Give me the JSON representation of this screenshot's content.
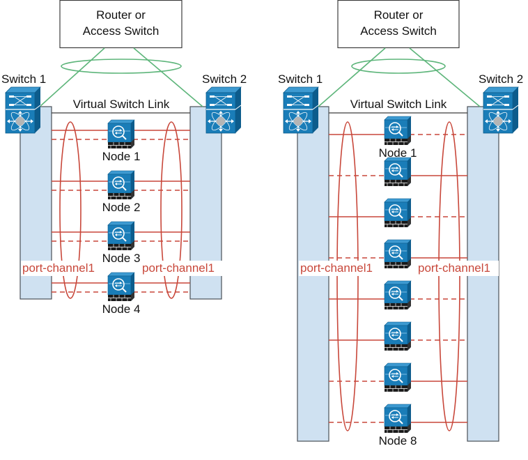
{
  "colors": {
    "pillar_fill": "#cfe1f1",
    "pillar_stroke": "#4a4f57",
    "link_red": "#c8473a",
    "uplink_green": "#5db57a",
    "device_blue": "#1a7db8",
    "device_dark": "#0d5c8c",
    "text": "#111111"
  },
  "diagrams": [
    {
      "id": "four-node",
      "router_label_line1": "Router or",
      "router_label_line2": "Access Switch",
      "switch1_label": "Switch 1",
      "switch2_label": "Switch 2",
      "vsl_label": "Virtual Switch Link",
      "left_channel_label": "port-channel1",
      "right_channel_label": "port-channel1",
      "nodes": [
        {
          "label": "Node 1",
          "active_side": "both"
        },
        {
          "label": "Node 2",
          "active_side": "both"
        },
        {
          "label": "Node 3",
          "active_side": "both"
        },
        {
          "label": "Node 4",
          "active_side": "both"
        }
      ]
    },
    {
      "id": "eight-node",
      "router_label_line1": "Router or",
      "router_label_line2": "Access Switch",
      "switch1_label": "Switch 1",
      "switch2_label": "Switch 2",
      "vsl_label": "Virtual Switch Link",
      "left_channel_label": "port-channel1",
      "right_channel_label": "port-channel1",
      "nodes": [
        {
          "label": "Node 1",
          "active_side": "left"
        },
        {
          "label": "",
          "active_side": "right"
        },
        {
          "label": "",
          "active_side": "left"
        },
        {
          "label": "",
          "active_side": "right"
        },
        {
          "label": "",
          "active_side": "left"
        },
        {
          "label": "",
          "active_side": "left"
        },
        {
          "label": "",
          "active_side": "right"
        },
        {
          "label": "Node 8",
          "active_side": "right"
        }
      ]
    }
  ]
}
